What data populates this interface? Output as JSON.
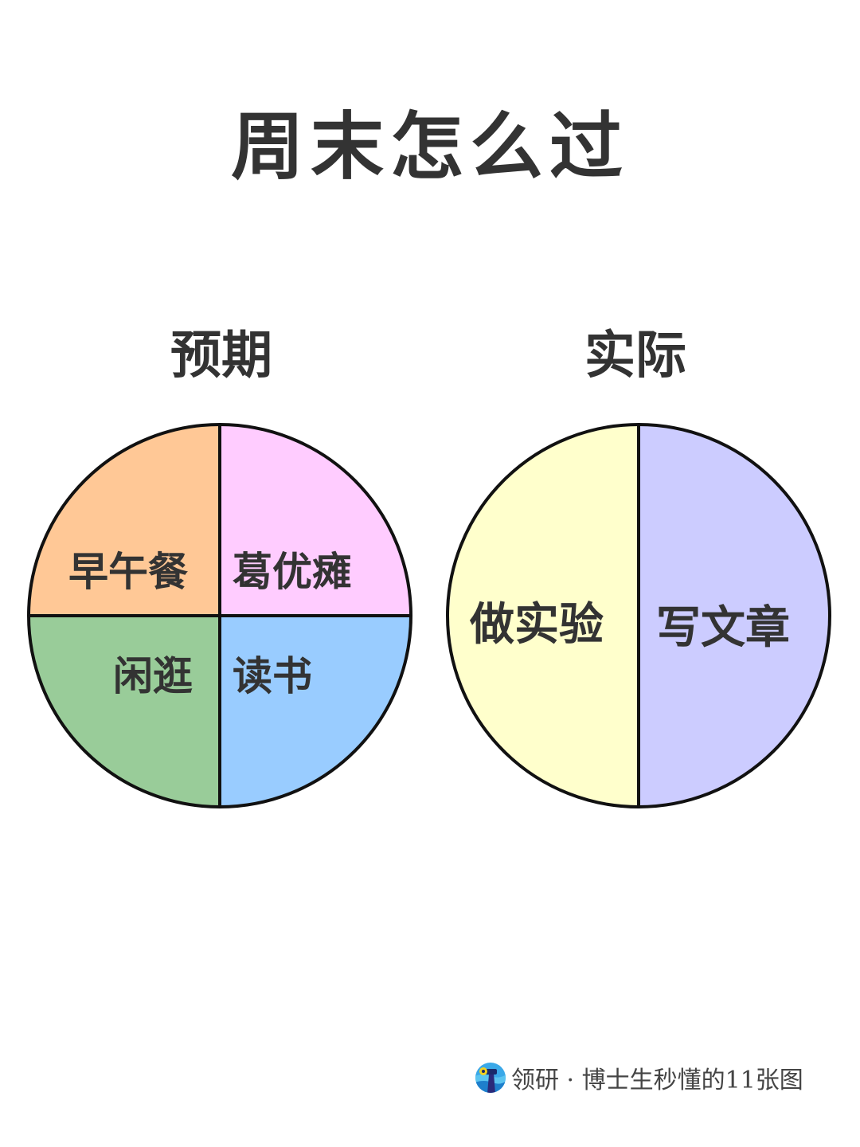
{
  "title": "周末怎么过",
  "chart_data": [
    {
      "type": "pie",
      "title": "预期",
      "categories": [
        "早午餐",
        "葛优瘫",
        "闲逛",
        "读书"
      ],
      "values": [
        25,
        25,
        25,
        25
      ],
      "colors": [
        "#FFC896",
        "#FFCCFF",
        "#99CC99",
        "#99CCFF"
      ]
    },
    {
      "type": "pie",
      "title": "实际",
      "categories": [
        "做实验",
        "写文章"
      ],
      "values": [
        50,
        50
      ],
      "colors": [
        "#FFFFCC",
        "#CCCCFF"
      ]
    }
  ],
  "expected": {
    "title": "预期",
    "labels": [
      "早午餐",
      "葛优瘫",
      "闲逛",
      "读书"
    ]
  },
  "actual": {
    "title": "实际",
    "labels": [
      "做实验",
      "写文章"
    ]
  },
  "footer": {
    "icon": "lingyan-logo-icon",
    "text": "领研 · 博士生秒懂的11张图"
  },
  "colors": {
    "text": "#333333",
    "outline": "#111111"
  }
}
